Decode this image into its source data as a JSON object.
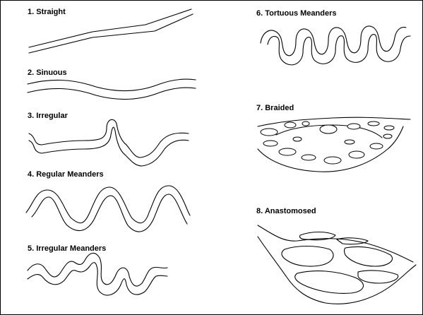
{
  "figure": {
    "panels": [
      {
        "id": "straight",
        "label": "1. Straight"
      },
      {
        "id": "sinuous",
        "label": "2. Sinuous"
      },
      {
        "id": "irregular",
        "label": "3. Irregular"
      },
      {
        "id": "regular-meanders",
        "label": "4. Regular Meanders"
      },
      {
        "id": "irregular-meanders",
        "label": "5. Irregular Meanders"
      },
      {
        "id": "tortuous-meanders",
        "label": "6. Tortuous Meanders"
      },
      {
        "id": "braided",
        "label": "7. Braided"
      },
      {
        "id": "anastomosed",
        "label": "8. Anastomosed"
      }
    ]
  }
}
